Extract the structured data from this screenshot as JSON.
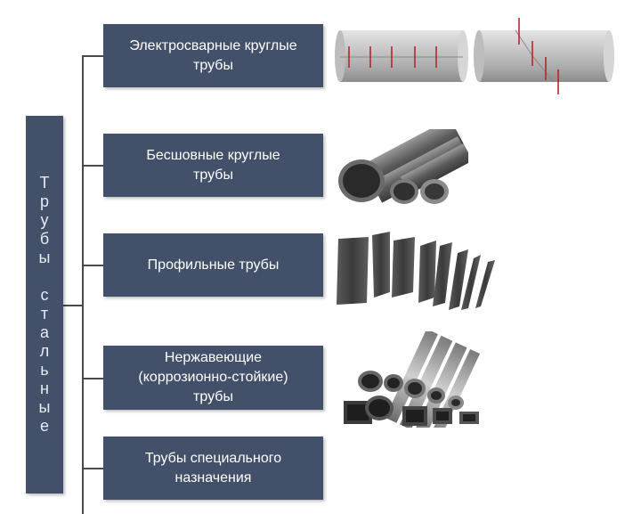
{
  "root": {
    "word1": [
      "Т",
      "р",
      "у",
      "б",
      "ы"
    ],
    "word2": [
      "с",
      "т",
      "а",
      "л",
      "ь",
      "н",
      "ы",
      "е"
    ]
  },
  "categories": [
    {
      "label": "Электросварные круглые\nтрубы",
      "image": "welded-round-pipes"
    },
    {
      "label": "Бесшовные круглые\nтрубы",
      "image": "seamless-round-pipes"
    },
    {
      "label": "Профильные трубы",
      "image": "profile-pipes"
    },
    {
      "label": "Нержавеющие\n(коррозионно-стойкие)\nтрубы",
      "image": "stainless-pipes"
    },
    {
      "label": "Трубы специального\nназначения",
      "image": ""
    }
  ],
  "colors": {
    "box": "#43506a",
    "text": "#ffffff",
    "connector": "#4a4a4a",
    "arrow": "#b02020"
  }
}
